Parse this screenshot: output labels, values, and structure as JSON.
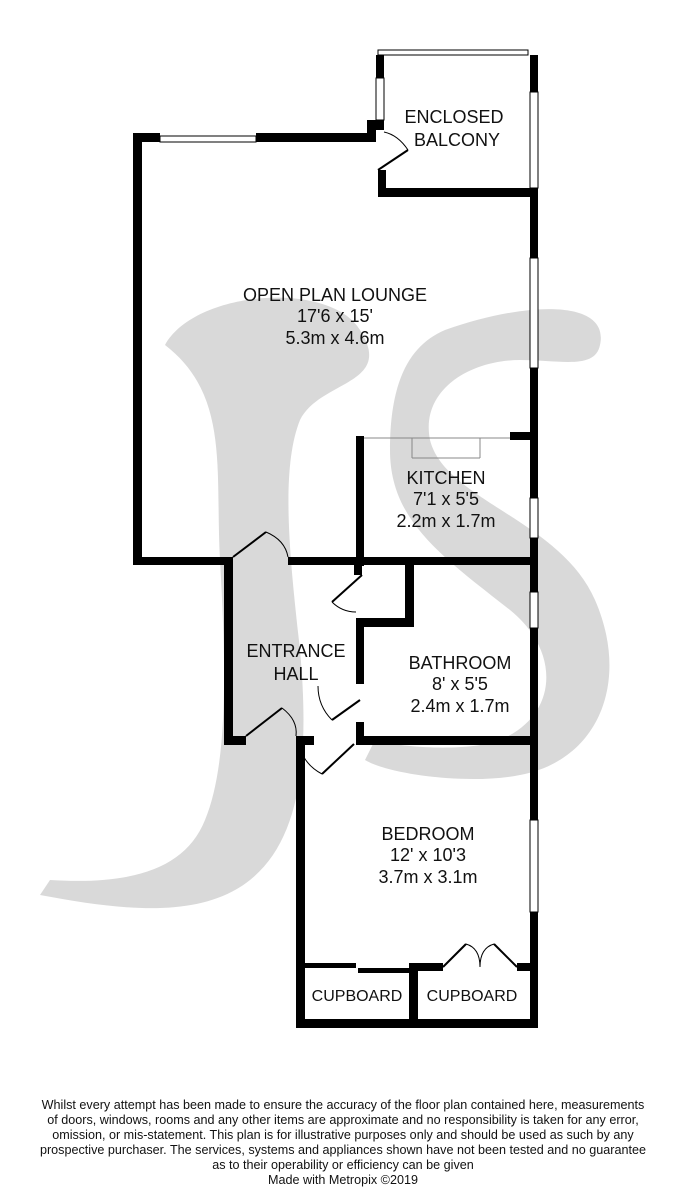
{
  "rooms": {
    "balcony": {
      "line1": "ENCLOSED",
      "line2": "BALCONY"
    },
    "lounge": {
      "name": "OPEN PLAN LOUNGE",
      "imperial": "17'6 x 15'",
      "metric": "5.3m x 4.6m"
    },
    "kitchen": {
      "name": "KITCHEN",
      "imperial": "7'1 x 5'5",
      "metric": "2.2m x 1.7m"
    },
    "hall": {
      "line1": "ENTRANCE",
      "line2": "HALL"
    },
    "bathroom": {
      "name": "BATHROOM",
      "imperial": "8' x 5'5",
      "metric": "2.4m x 1.7m"
    },
    "bedroom": {
      "name": "BEDROOM",
      "imperial": "12' x 10'3",
      "metric": "3.7m x 3.1m"
    },
    "cupboard_left": {
      "name": "CUPBOARD"
    },
    "cupboard_right": {
      "name": "CUPBOARD"
    }
  },
  "watermark": {
    "text": "JS",
    "color": "#d9d9d9"
  },
  "disclaimer": {
    "line1": "Whilst every attempt has been made to ensure the accuracy of the floor plan contained here, measurements",
    "line2": "of doors, windows, rooms and any other items are approximate and no responsibility is taken for any error,",
    "line3": "omission, or mis-statement. This plan is for illustrative purposes only and should be used as such by any",
    "line4": "prospective purchaser. The services, systems and appliances shown have not been tested and no guarantee",
    "line5": "as to their operability or efficiency can be given",
    "line6": "Made with Metropix ©2019"
  }
}
